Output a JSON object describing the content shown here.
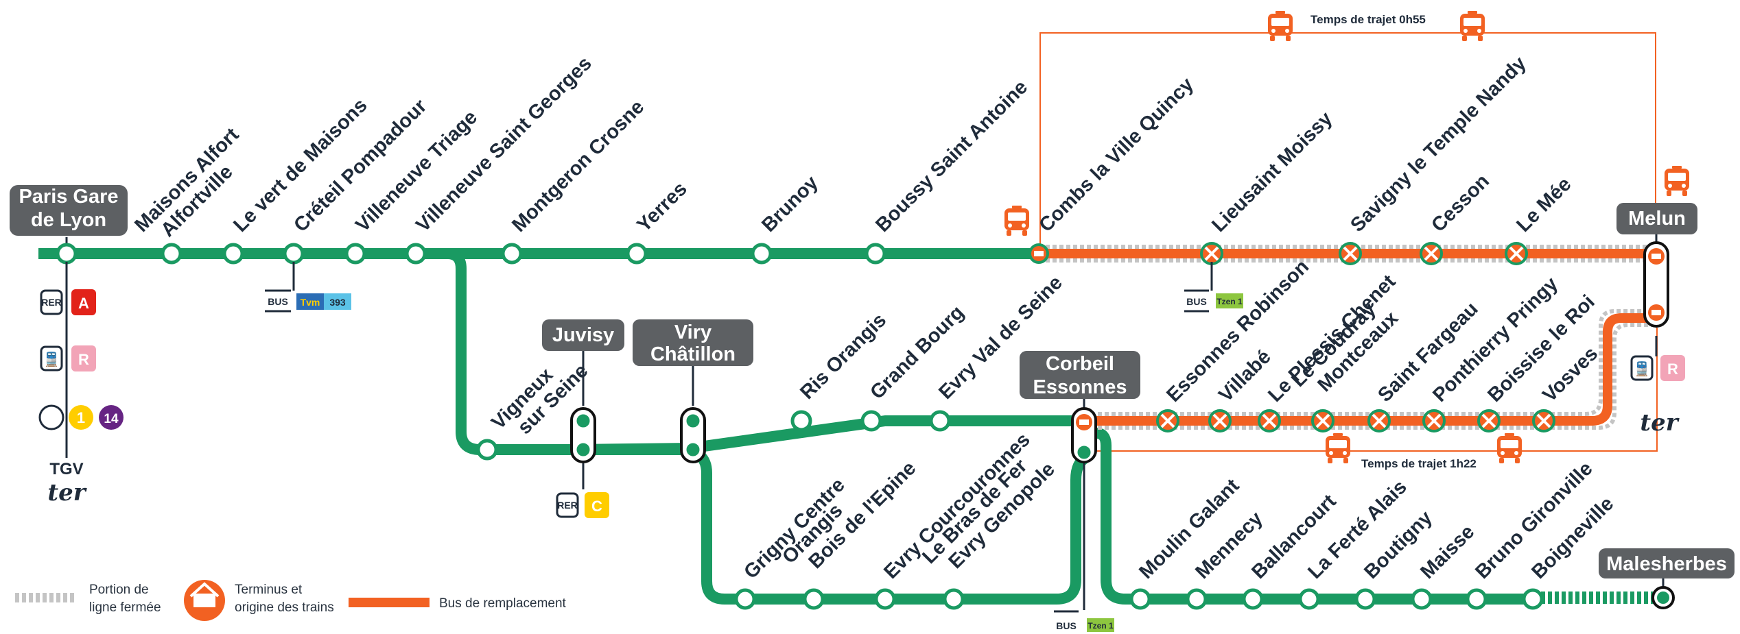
{
  "colors": {
    "line": "#1a9a62",
    "bus": "#f26122",
    "closed": "#c4c4c4",
    "box": "#5d6063",
    "text": "#1f2b3a",
    "rerA": "#e2231a",
    "rerC": "#ffcd00",
    "lineR": "#f2a4b7",
    "metro1": "#ffcd00",
    "metro14": "#662483",
    "tzen": "#8dc63f",
    "tvm": "#2b6db5"
  },
  "major_stations": {
    "paris": [
      "Paris Gare",
      "de Lyon"
    ],
    "juvisy": [
      "Juvisy"
    ],
    "viry": [
      "Viry",
      "Châtillon"
    ],
    "corbeil": [
      "Corbeil",
      "Essonnes"
    ],
    "melun": [
      "Melun"
    ],
    "malesherbes": [
      "Malesherbes"
    ]
  },
  "trunk_stations": [
    [
      "Maisons Alfort",
      "Alfortville"
    ],
    [
      "Le vert de Maisons"
    ],
    [
      "Créteil Pompadour"
    ],
    [
      "Villeneuve Triage"
    ],
    [
      "Villeneuve Saint Georges"
    ],
    [
      "Montgeron Crosne"
    ],
    [
      "Yerres"
    ],
    [
      "Brunoy"
    ],
    [
      "Boussy Saint Antoine"
    ],
    [
      "Combs la Ville Quincy"
    ],
    [
      "Lieusaint Moissy"
    ],
    [
      "Savigny le Temple Nandy"
    ],
    [
      "Cesson"
    ],
    [
      "Le Mée"
    ]
  ],
  "vigneux": [
    "Vigneux",
    "sur Seine"
  ],
  "evry_branch": [
    [
      "Ris Orangis"
    ],
    [
      "Grand Bourg"
    ],
    [
      "Evry Val de Seine"
    ]
  ],
  "closed_branch": [
    [
      "Essonnes Robinson"
    ],
    [
      "Villabé"
    ],
    [
      "Le Plessis Chenet"
    ],
    [
      "Le Coudray",
      "Montceaux"
    ],
    [
      "Saint Fargeau"
    ],
    [
      "Ponthierry Pringy"
    ],
    [
      "Boissise le Roi"
    ],
    [
      "Vosves"
    ]
  ],
  "grigny_branch": [
    [
      "Grigny Centre"
    ],
    [
      "Orangis",
      "Bois de l'Epine"
    ],
    [
      "Evry Courcouronnes"
    ],
    [
      "Le Bras de Fer",
      "Evry Genopole"
    ]
  ],
  "malesherbes_branch": [
    [
      "Moulin Galant"
    ],
    [
      "Mennecy"
    ],
    [
      "Ballancourt"
    ],
    [
      "La Ferté Alais"
    ],
    [
      "Boutigny"
    ],
    [
      "Maisse"
    ],
    [
      "Bruno Gironville"
    ],
    [
      "Boigneville"
    ]
  ],
  "travel_times": {
    "top": "Temps de trajet 0h55",
    "bottom": "Temps de trajet 1h22"
  },
  "connections": {
    "rer": "RER",
    "rer_a": "A",
    "line_r": "R",
    "metro": "M",
    "metro_1": "1",
    "metro_14": "14",
    "tgv": "TGV",
    "ter": "ter",
    "bus": "BUS",
    "tvm": "Tvm",
    "bus_393": "393",
    "tzen": "Tzen 1",
    "rer_c": "C"
  },
  "legend": {
    "closed": [
      "Portion de",
      "ligne fermée"
    ],
    "terminus": [
      "Terminus et",
      "origine des trains"
    ],
    "bus": "Bus de remplacement"
  }
}
